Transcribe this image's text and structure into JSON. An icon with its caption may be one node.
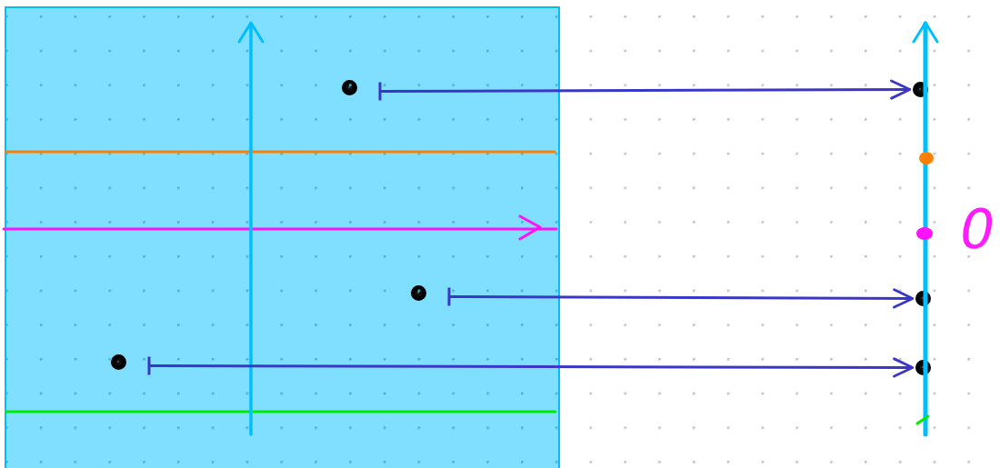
{
  "diagram": {
    "nodes": [
      {
        "text": [],
        "shape": "box"
      },
      {
        "text": [],
        "shape": "circle",
        "in": 0
      },
      {
        "text": [],
        "shape": "circle",
        "in": 0
      },
      {
        "text": [],
        "shape": "circle",
        "in": 0
      },
      {
        "text": [],
        "shape": "circle"
      },
      {
        "text": [],
        "shape": "circle"
      },
      {
        "text": [],
        "shape": "circle"
      }
    ],
    "edges": [
      {
        "from": 1,
        "to": 4,
        "arrow": "to"
      },
      {
        "from": 2,
        "to": 5,
        "arrow": "to"
      },
      {
        "from": 3,
        "to": 6,
        "arrow": "to"
      }
    ],
    "labels": [
      "0"
    ]
  }
}
